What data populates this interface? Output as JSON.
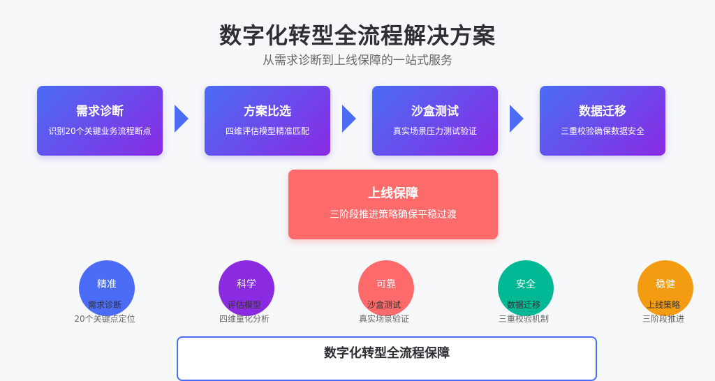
{
  "header": {
    "title": "数字化转型全流程解决方案",
    "subtitle": "从需求诊断到上线保障的一站式服务"
  },
  "steps": [
    {
      "title": "需求诊断",
      "desc": "识别20个关键业务流程断点"
    },
    {
      "title": "方案比选",
      "desc": "四维评估模型精准匹配"
    },
    {
      "title": "沙盒测试",
      "desc": "真实场景压力测试验证"
    },
    {
      "title": "数据迁移",
      "desc": "三重校验确保数据安全"
    }
  ],
  "final_step": {
    "title": "上线保障",
    "desc": "三阶段推进策略确保平稳过渡"
  },
  "features": [
    {
      "label": "精准",
      "title": "需求诊断",
      "desc": "20个关键点定位",
      "color": "#4a6cf7"
    },
    {
      "label": "科学",
      "title": "评估模型",
      "desc": "四维量化分析",
      "color": "#8a2be2"
    },
    {
      "label": "可靠",
      "title": "沙盒测试",
      "desc": "真实场景验证",
      "color": "#ff6b6b"
    },
    {
      "label": "安全",
      "title": "数据迁移",
      "desc": "三重校验机制",
      "color": "#00b894"
    },
    {
      "label": "稳健",
      "title": "上线策略",
      "desc": "三阶段推进",
      "color": "#f39c12"
    }
  ],
  "summary": {
    "title": "数字化转型全流程保障"
  },
  "colors": {
    "primary": "#4a6cf7",
    "secondary": "#8a2be2",
    "highlight": "#ff6b6b"
  }
}
